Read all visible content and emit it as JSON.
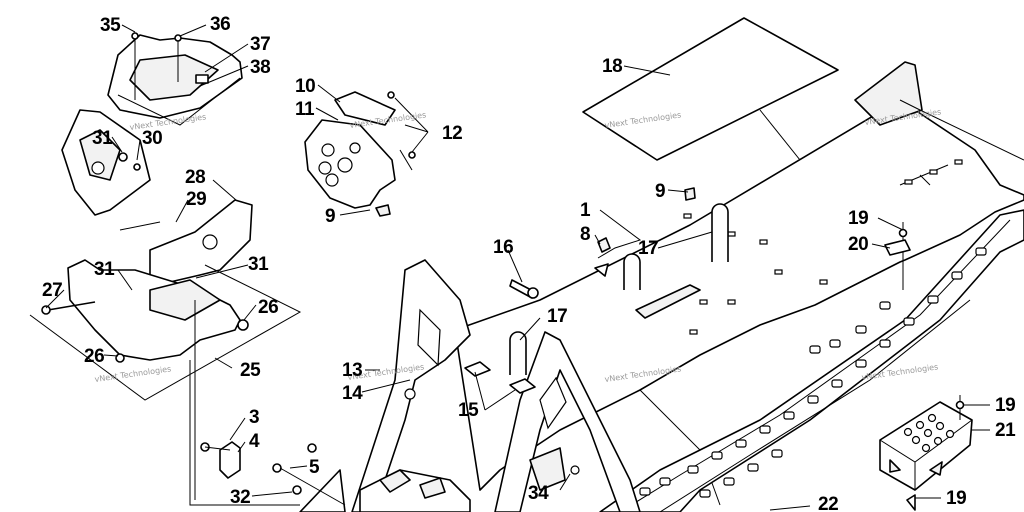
{
  "callouts": [
    "35",
    "36",
    "37",
    "38",
    "31",
    "30",
    "28",
    "29",
    "31",
    "31",
    "27",
    "26",
    "26",
    "25",
    "3",
    "4",
    "5",
    "32",
    "10",
    "11",
    "12",
    "9",
    "16",
    "8",
    "1",
    "9",
    "17",
    "17",
    "13",
    "14",
    "15",
    "34",
    "18",
    "19",
    "20",
    "19",
    "21",
    "19",
    "22"
  ],
  "watermarks": [
    "vNext Technologies",
    "vNext Technologies",
    "vNext Technologies",
    "vNext Technologies",
    "vNext Technologies",
    "vNext Technologies",
    "vNext Technologies",
    "vNext Technologies"
  ]
}
